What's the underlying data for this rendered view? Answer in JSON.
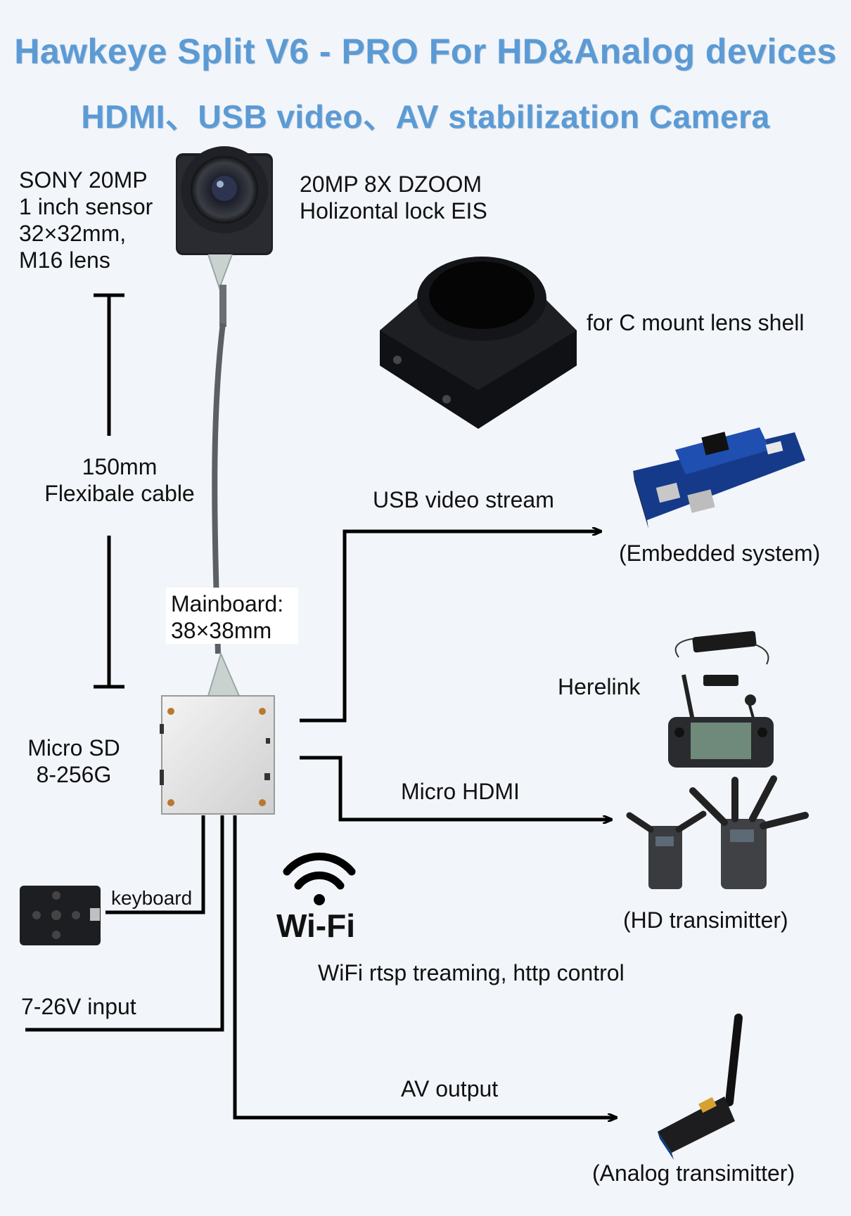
{
  "title": "Hawkeye  Split V6 - PRO  For HD&Analog devices",
  "subtitle": "HDMI、USB video、AV  stabilization Camera",
  "sensor_spec": [
    "SONY 20MP",
    "1 inch sensor",
    "32×32mm,",
    "M16 lens"
  ],
  "camera_spec": [
    "20MP 8X DZOOM",
    "Holizontal lock EIS"
  ],
  "lens_shell_label": "for C mount lens shell",
  "cable_label": [
    "150mm",
    "Flexibale cable"
  ],
  "mainboard_label": [
    "Mainboard:",
    "38×38mm"
  ],
  "microsd_label": [
    "Micro SD",
    "8-256G"
  ],
  "keyboard_label": "keyboard",
  "power_label": "7-26V input",
  "wifi_label": "Wi-Fi",
  "wifi_desc": "WiFi rtsp treaming, http control",
  "outputs": {
    "usb": {
      "line_label": "USB video stream",
      "device": "(Embedded system)"
    },
    "hdmi": {
      "line_label": "Micro HDMI",
      "device_top": "Herelink",
      "device": "(HD transimitter)"
    },
    "av": {
      "line_label": "AV output",
      "device": "(Analog transimitter)"
    }
  },
  "colors": {
    "title": "#5b9bd5",
    "background": "#f2f5fa",
    "line": "#000000"
  }
}
